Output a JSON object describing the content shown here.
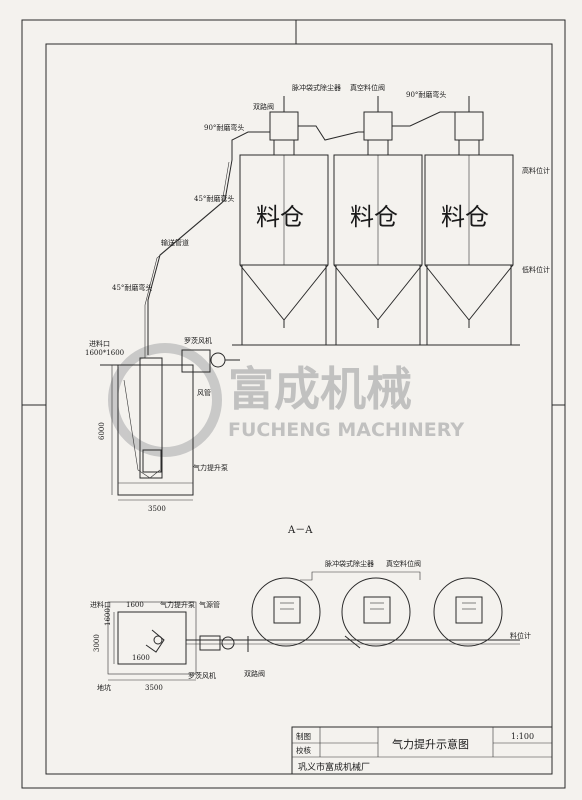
{
  "silo_label": "料仓",
  "labels": {
    "pulse_collector": "脉冲袋式除尘器",
    "vacuum_valve": "真空料位阀",
    "two_way_valve": "双路阀",
    "elbow_90_left": "90°耐磨弯头",
    "elbow_90_right": "90°耐磨弯头",
    "elbow_45_upper": "45°耐磨弯头",
    "elbow_45_lower": "45°耐磨弯头",
    "conveying_pipe": "输送管道",
    "high_level": "高料位计",
    "low_level": "低料位计",
    "roots_blower": "罗茨风机",
    "air_duct": "风管",
    "feed_inlet": "进料口",
    "feed_inlet_size": "1600*1600",
    "pneumatic_pump": "气力提升泵",
    "height_dim": "6000",
    "base_dim": "3500",
    "section": "A－A",
    "plan_collector": "脉冲袋式除尘器",
    "plan_vacuum_valve": "真空料位阀",
    "plan_level": "料位计",
    "plan_feed_inlet": "进料口",
    "plan_1600a": "1600",
    "plan_1600b": "1600",
    "plan_pump": "气力提升泵",
    "plan_air_pipe": "气源管",
    "plan_3000": "3000",
    "plan_1600c": "1600",
    "plan_3500": "3500",
    "plan_pit": "地坑",
    "plan_blower": "罗茨风机",
    "plan_two_way": "双路阀"
  },
  "title_block": {
    "drawn": "制图",
    "checked": "校核",
    "company": "巩义市富成机械厂",
    "title": "气力提升示意图",
    "scale": "1:100"
  },
  "watermark": {
    "cn": "富成机械",
    "en": "FUCHENG MACHINERY"
  }
}
